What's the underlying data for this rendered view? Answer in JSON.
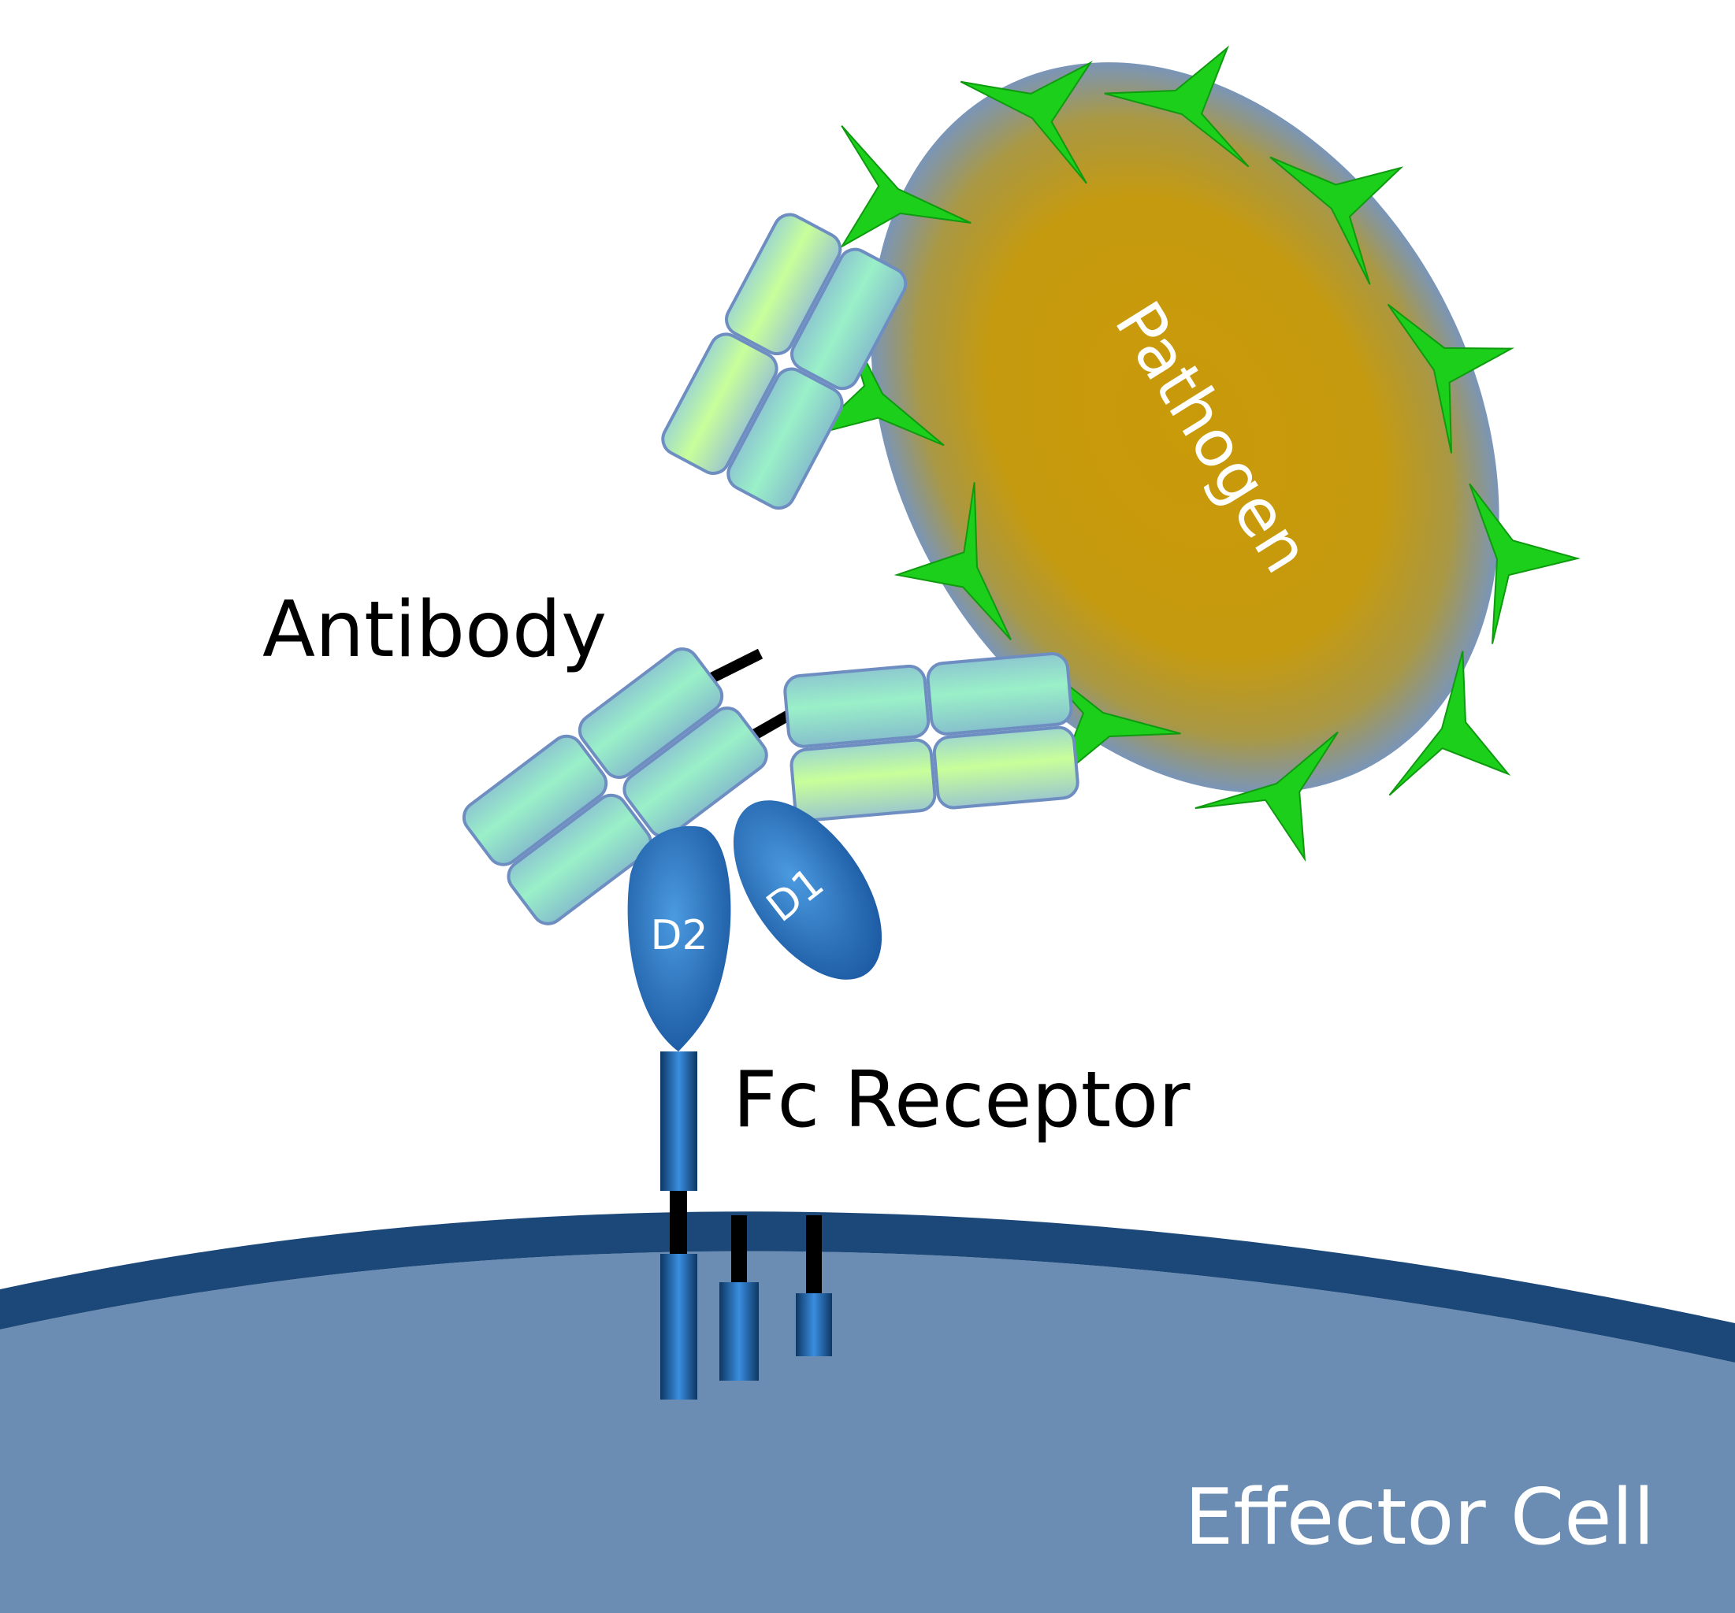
{
  "labels": {
    "antibody": "Antibody",
    "fc_receptor": "Fc Receptor",
    "pathogen": "Pathogen",
    "effector_cell": "Effector Cell",
    "domain_d1": "D1",
    "domain_d2": "D2"
  },
  "colors": {
    "cell_body": "#6b8cb3",
    "cell_membrane": "#1b4878",
    "pathogen_core": "#c99a0a",
    "pathogen_edge": "#7a95b8",
    "antigen": "#18cc18",
    "antibody_light": "#c8ff9a",
    "antibody_mid": "#8ceebd",
    "antibody_outline": "#6e8ec2",
    "receptor": "#2668b5",
    "receptor_light": "#4b9ae0",
    "linker": "#000000"
  },
  "icons": [
    "antigen-spike-icon",
    "antibody-domain-block",
    "receptor-domain-ellipse"
  ]
}
